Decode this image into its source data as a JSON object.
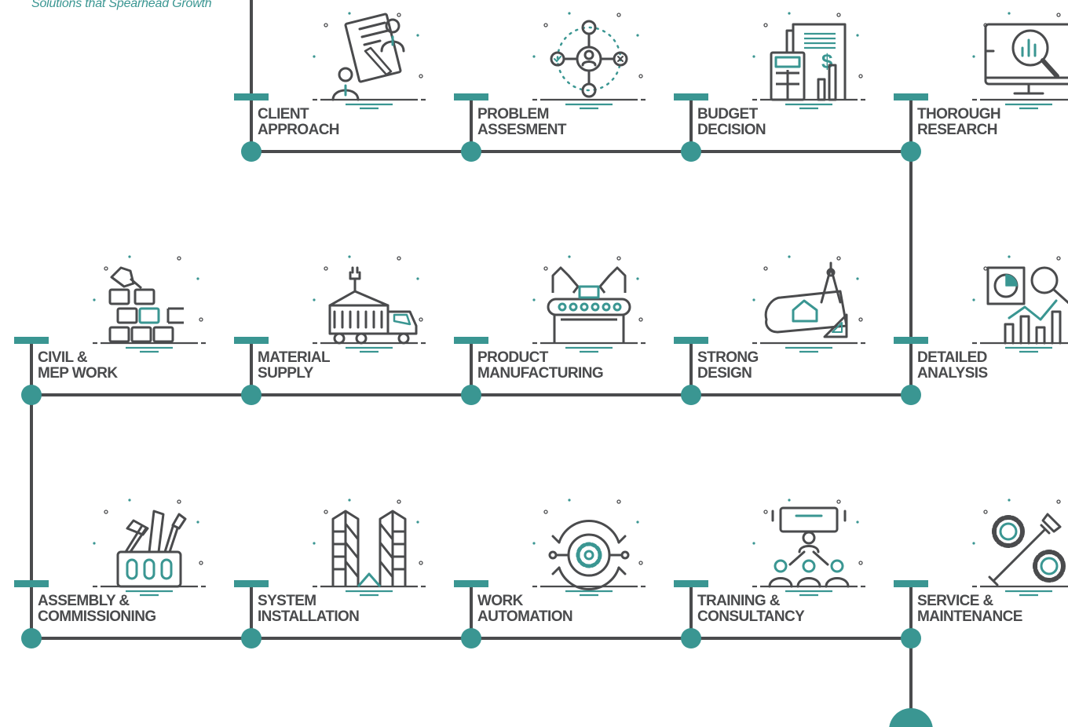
{
  "tagline": "Solutions that Spearhead Growth",
  "colors": {
    "line": "#4a4b4d",
    "accent": "#3a9692"
  },
  "rows": [
    {
      "steps": [
        {
          "line1": "CLIENT",
          "line2": "APPROACH",
          "icon": "client-approach-icon"
        },
        {
          "line1": "PROBLEM",
          "line2": "ASSESMENT",
          "icon": "problem-assessment-icon"
        },
        {
          "line1": "BUDGET",
          "line2": "DECISION",
          "icon": "budget-decision-icon"
        },
        {
          "line1": "THOROUGH",
          "line2": "RESEARCH",
          "icon": "thorough-research-icon"
        }
      ]
    },
    {
      "steps": [
        {
          "line1": "CIVIL &",
          "line2": "MEP WORK",
          "icon": "civil-mep-icon"
        },
        {
          "line1": "MATERIAL",
          "line2": "SUPPLY",
          "icon": "material-supply-icon"
        },
        {
          "line1": "PRODUCT",
          "line2": "MANUFACTURING",
          "icon": "product-manufacturing-icon"
        },
        {
          "line1": "STRONG",
          "line2": "DESIGN",
          "icon": "strong-design-icon"
        },
        {
          "line1": "DETAILED",
          "line2": "ANALYSIS",
          "icon": "detailed-analysis-icon"
        }
      ]
    },
    {
      "steps": [
        {
          "line1": "ASSEMBLY &",
          "line2": "COMMISSIONING",
          "icon": "assembly-icon"
        },
        {
          "line1": "SYSTEM",
          "line2": "INSTALLATION",
          "icon": "system-installation-icon"
        },
        {
          "line1": "WORK",
          "line2": "AUTOMATION",
          "icon": "work-automation-icon"
        },
        {
          "line1": "TRAINING &",
          "line2": "CONSULTANCY",
          "icon": "training-consultancy-icon"
        },
        {
          "line1": "SERVICE &",
          "line2": "MAINTENANCE",
          "icon": "service-maintenance-icon"
        }
      ]
    }
  ]
}
